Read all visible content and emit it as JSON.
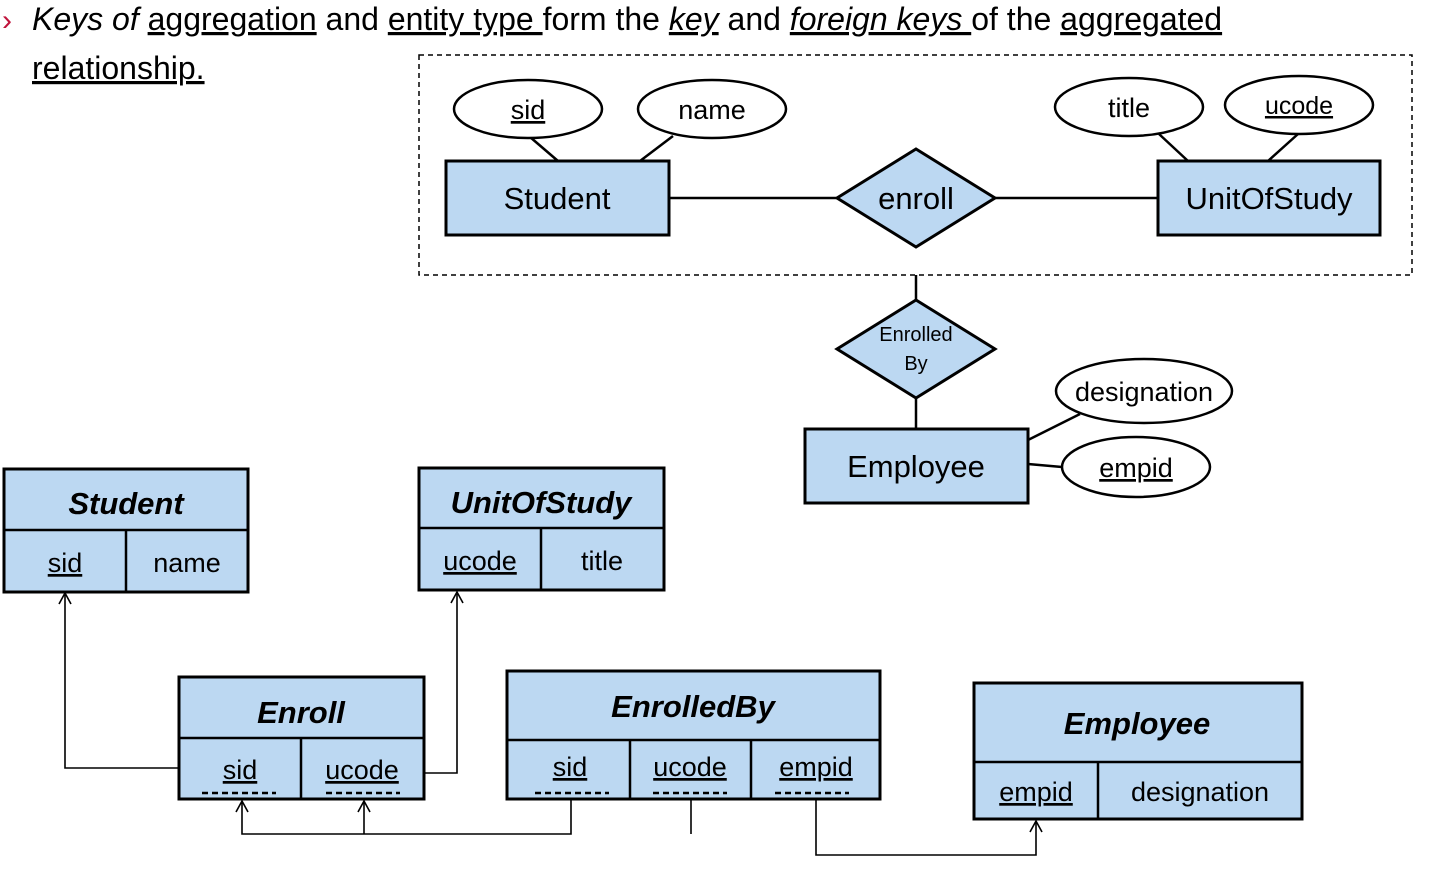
{
  "bullet": {
    "glyph": "›",
    "glyph_color": "#c0143c",
    "line1": [
      {
        "text": "Keys of",
        "italic": true,
        "underline": false
      },
      {
        "text": " ",
        "italic": false,
        "underline": false
      },
      {
        "text": "aggregation",
        "italic": false,
        "underline": true
      },
      {
        "text": " and ",
        "italic": false,
        "underline": false
      },
      {
        "text": "entity type ",
        "italic": false,
        "underline": true
      },
      {
        "text": "form the ",
        "italic": false,
        "underline": false
      },
      {
        "text": "key",
        "italic": true,
        "underline": true
      },
      {
        "text": " and ",
        "italic": false,
        "underline": false
      },
      {
        "text": "foreign keys ",
        "italic": true,
        "underline": true
      },
      {
        "text": "of the ",
        "italic": false,
        "underline": false
      },
      {
        "text": "aggregated",
        "italic": false,
        "underline": true
      }
    ],
    "line2": [
      {
        "text": "relationship.",
        "italic": false,
        "underline": true
      }
    ]
  },
  "er": {
    "entities": {
      "student": "Student",
      "unit_of_study": "UnitOfStudy",
      "employee": "Employee"
    },
    "relationships": {
      "enroll": "enroll",
      "enrolled_by_line1": "Enrolled",
      "enrolled_by_line2": "By"
    },
    "attributes": {
      "sid": "sid",
      "name": "name",
      "title": "title",
      "ucode": "ucode",
      "designation": "designation",
      "empid": "empid"
    }
  },
  "tables": {
    "student": {
      "title": "Student",
      "cols": [
        "sid",
        "name"
      ]
    },
    "unit_of_study": {
      "title": "UnitOfStudy",
      "cols": [
        "ucode",
        "title"
      ]
    },
    "enroll": {
      "title": "Enroll",
      "cols": [
        "sid",
        "ucode"
      ]
    },
    "enrolled_by": {
      "title": "EnrolledBy",
      "cols": [
        "sid",
        "ucode",
        "empid"
      ]
    },
    "employee": {
      "title": "Employee",
      "cols": [
        "empid",
        "designation"
      ]
    }
  },
  "colors": {
    "fill": "#bcd8f2",
    "stroke": "#000000",
    "accent": "#c0143c"
  }
}
